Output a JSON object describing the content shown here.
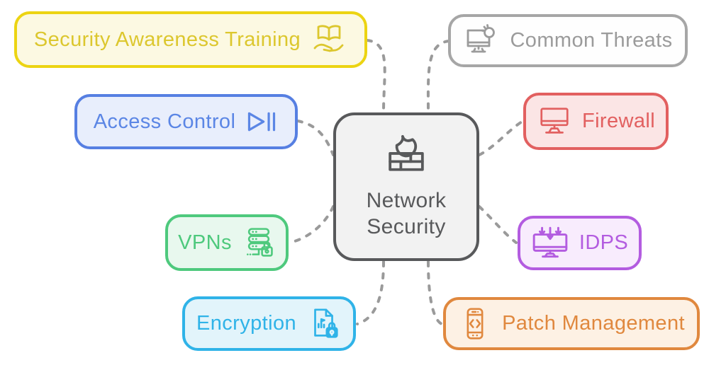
{
  "diagram": {
    "type": "mindmap",
    "background": "#ffffff",
    "connector": {
      "color": "#9a9a9a",
      "style": "dashed"
    }
  },
  "center": {
    "label": "Network Security",
    "icon": "firewall-brick-flame-icon",
    "border": "#58595b",
    "fill": "#f2f2f2",
    "text": "#58595b"
  },
  "nodes": {
    "sat": {
      "label": "Security Awareness Training",
      "icon": "book-hand-icon",
      "border": "#ecd412",
      "fill": "#fcf9e2",
      "text": "#dcc72e",
      "side": "left"
    },
    "access": {
      "label": "Access Control",
      "icon": "play-pause-icon",
      "border": "#567fe2",
      "fill": "#e8eefc",
      "text": "#5b86e5",
      "side": "left"
    },
    "vpns": {
      "label": "VPNs",
      "icon": "server-lock-icon",
      "border": "#4ec97d",
      "fill": "#e8f8ee",
      "text": "#4ec97d",
      "side": "left"
    },
    "encryption": {
      "label": "Encryption",
      "icon": "document-lock-icon",
      "border": "#2fb3e8",
      "fill": "#e2f4fb",
      "text": "#2fb3e8",
      "side": "left"
    },
    "common": {
      "label": "Common Threats",
      "icon": "monitor-bug-icon",
      "border": "#a6a6a6",
      "fill": "#fefefe",
      "text": "#9b9b9b",
      "side": "right"
    },
    "firewall": {
      "label": "Firewall",
      "icon": "monitor-icon",
      "border": "#e26060",
      "fill": "#fbe5e5",
      "text": "#e26060",
      "side": "right"
    },
    "idps": {
      "label": "IDPS",
      "icon": "monitor-arrows-icon",
      "border": "#b35ce0",
      "fill": "#f8ecfd",
      "text": "#b35ce0",
      "side": "right"
    },
    "patch": {
      "label": "Patch Management",
      "icon": "phone-code-icon",
      "border": "#e0883e",
      "fill": "#fdf1e4",
      "text": "#e0883e",
      "side": "right"
    }
  }
}
